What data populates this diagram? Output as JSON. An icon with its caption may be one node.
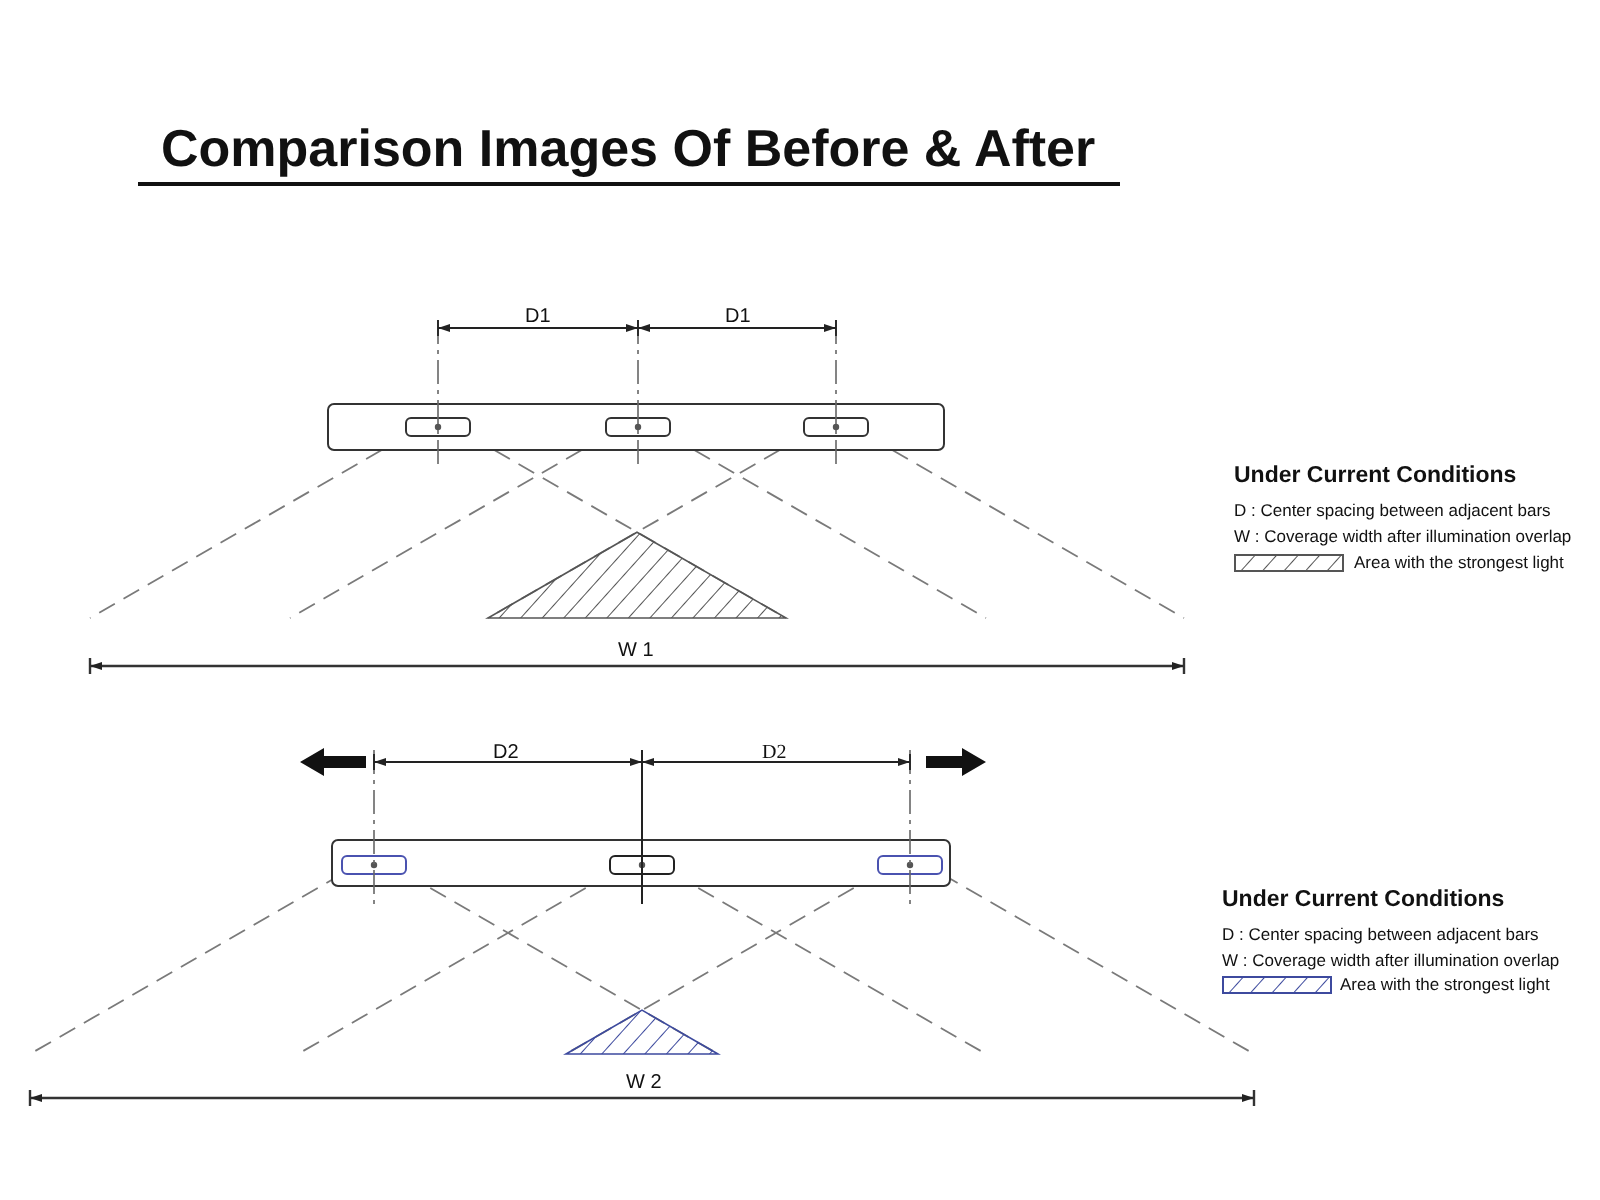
{
  "diagram": {
    "title": "Comparison Images Of Before & After",
    "labels": [
      "D1",
      "D1",
      "W 1",
      "Under Current Conditions",
      "D : Center spacing between adjacent bars",
      "W : Coverage width after illumination overlap",
      "D2",
      "D2",
      "W 2",
      "Under Current Conditions",
      "D : Center spacing between adjacent bars",
      "W : Coverage width after illumination overlap"
    ],
    "legend": [
      {
        "text": "Area with the strongest light"
      },
      {
        "text": "Area with the strongest light"
      }
    ]
  }
}
